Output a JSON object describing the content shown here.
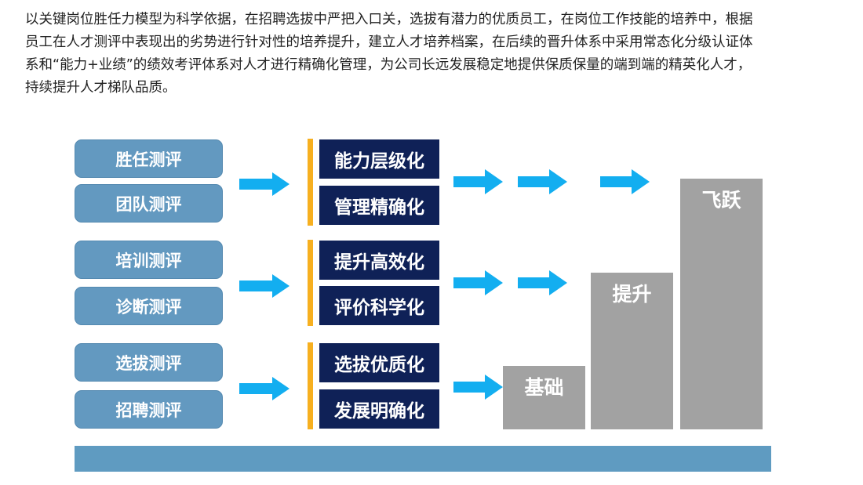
{
  "intro": {
    "lines": [
      "以关键岗位胜任力模型为科学依据，在招聘选拔中严把入口关，选拔有潜力的优质员工，在岗位工作技能的培养中，根据",
      "员工在人才测评中表现出的劣势进行针对性的培养提升，建立人才培养档案，在后续的晋升体系中采用常态化分级认证体",
      "系和“能力+业绩”的绩效考评体系对人才进行精确化管理，为公司长远发展稳定地提供保质保量的端到端的精英化人才，",
      "持续提升人才梯队品质。"
    ]
  },
  "groups": [
    {
      "assessments": [
        "胜任测评",
        "团队测评"
      ],
      "outcomes": [
        "能力层级化",
        "管理精确化"
      ]
    },
    {
      "assessments": [
        "培训测评",
        "诊断测评"
      ],
      "outcomes": [
        "提升高效化",
        "评价科学化"
      ]
    },
    {
      "assessments": [
        "选拔测评",
        "招聘测评"
      ],
      "outcomes": [
        "选拔优质化",
        "发展明确化"
      ]
    }
  ],
  "stairs": [
    "基础",
    "提升",
    "飞跃"
  ],
  "colors": {
    "pill": "#6399c0",
    "accent_bar": "#f7b020",
    "navy": "#0f2157",
    "arrow": "#13aef0",
    "step": "#a2a2a2",
    "ground": "#5f9bc1"
  }
}
